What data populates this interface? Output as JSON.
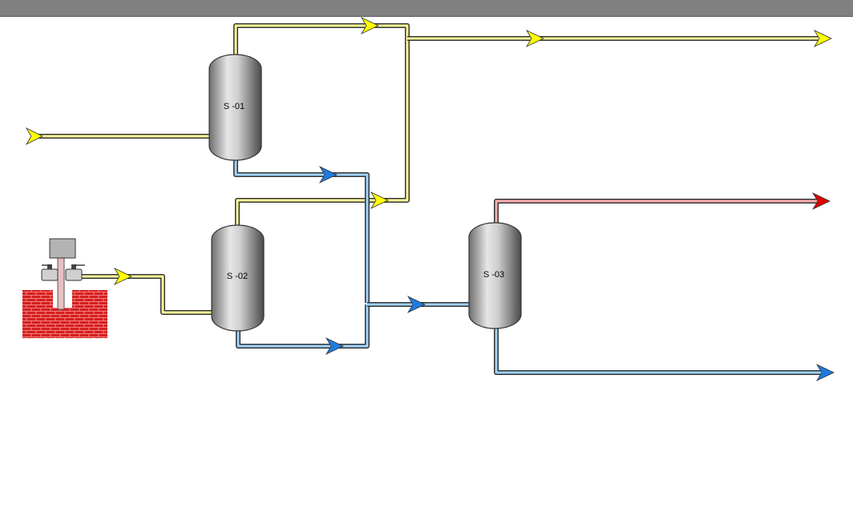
{
  "colors": {
    "gas_line": "#ffff99",
    "gas_arrow": "#ffff00",
    "water_line": "#9fd4ff",
    "water_arrow": "#1e7be0",
    "hot_line": "#ffb0b0",
    "hot_arrow": "#e00000",
    "pipe_outline": "#333333",
    "brick": "#d42020",
    "topbar": "#808080"
  },
  "vessels": [
    {
      "id": "s01",
      "label": "S -01"
    },
    {
      "id": "s02",
      "label": "S -02"
    },
    {
      "id": "s03",
      "label": "S -03"
    }
  ]
}
